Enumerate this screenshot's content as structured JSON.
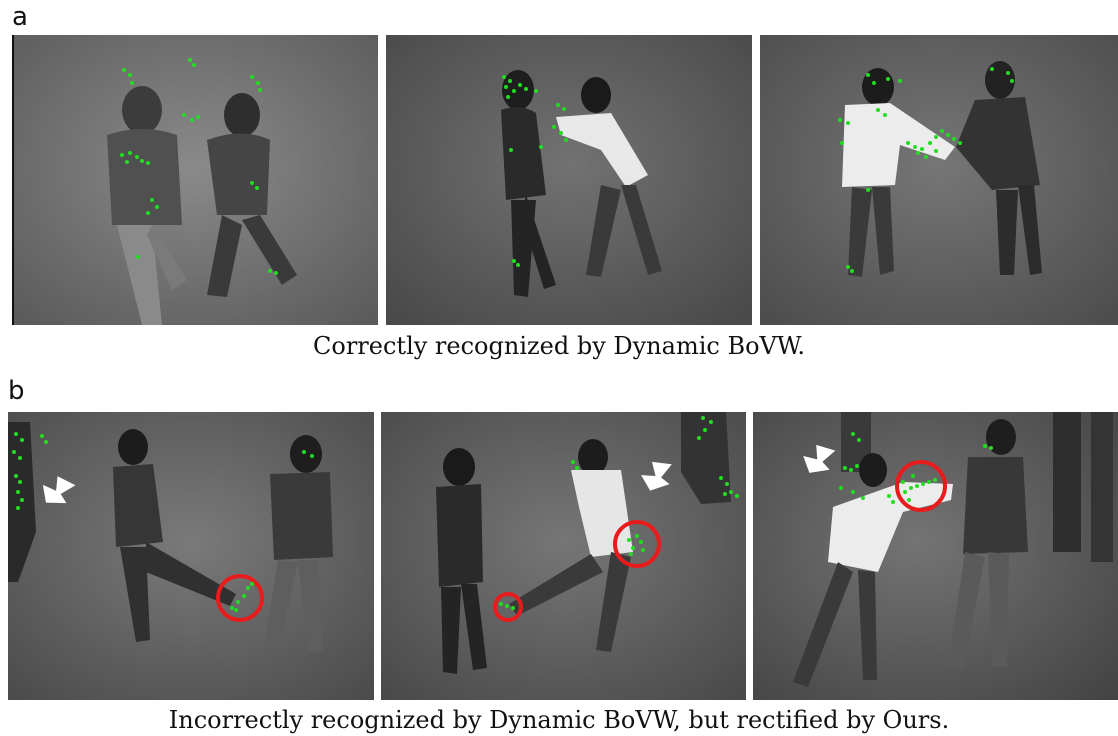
{
  "panels": [
    {
      "label": "a",
      "caption": "Correctly recognized by Dynamic BoVW.",
      "frames": [
        {
          "markers": "none"
        },
        {
          "markers": "none"
        },
        {
          "markers": "none"
        }
      ]
    },
    {
      "label": "b",
      "caption": "Incorrectly recognized by Dynamic BoVW, but rectified by Ours.",
      "frames": [
        {
          "markers": "arrow-and-circle"
        },
        {
          "markers": "arrow-and-two-circles"
        },
        {
          "markers": "arrow-and-circle"
        }
      ]
    }
  ],
  "colors": {
    "feature_point": "#22dd22",
    "highlight_circle": "#e81c1c",
    "arrow": "#ffffff",
    "ground": "#6e6e6e"
  }
}
